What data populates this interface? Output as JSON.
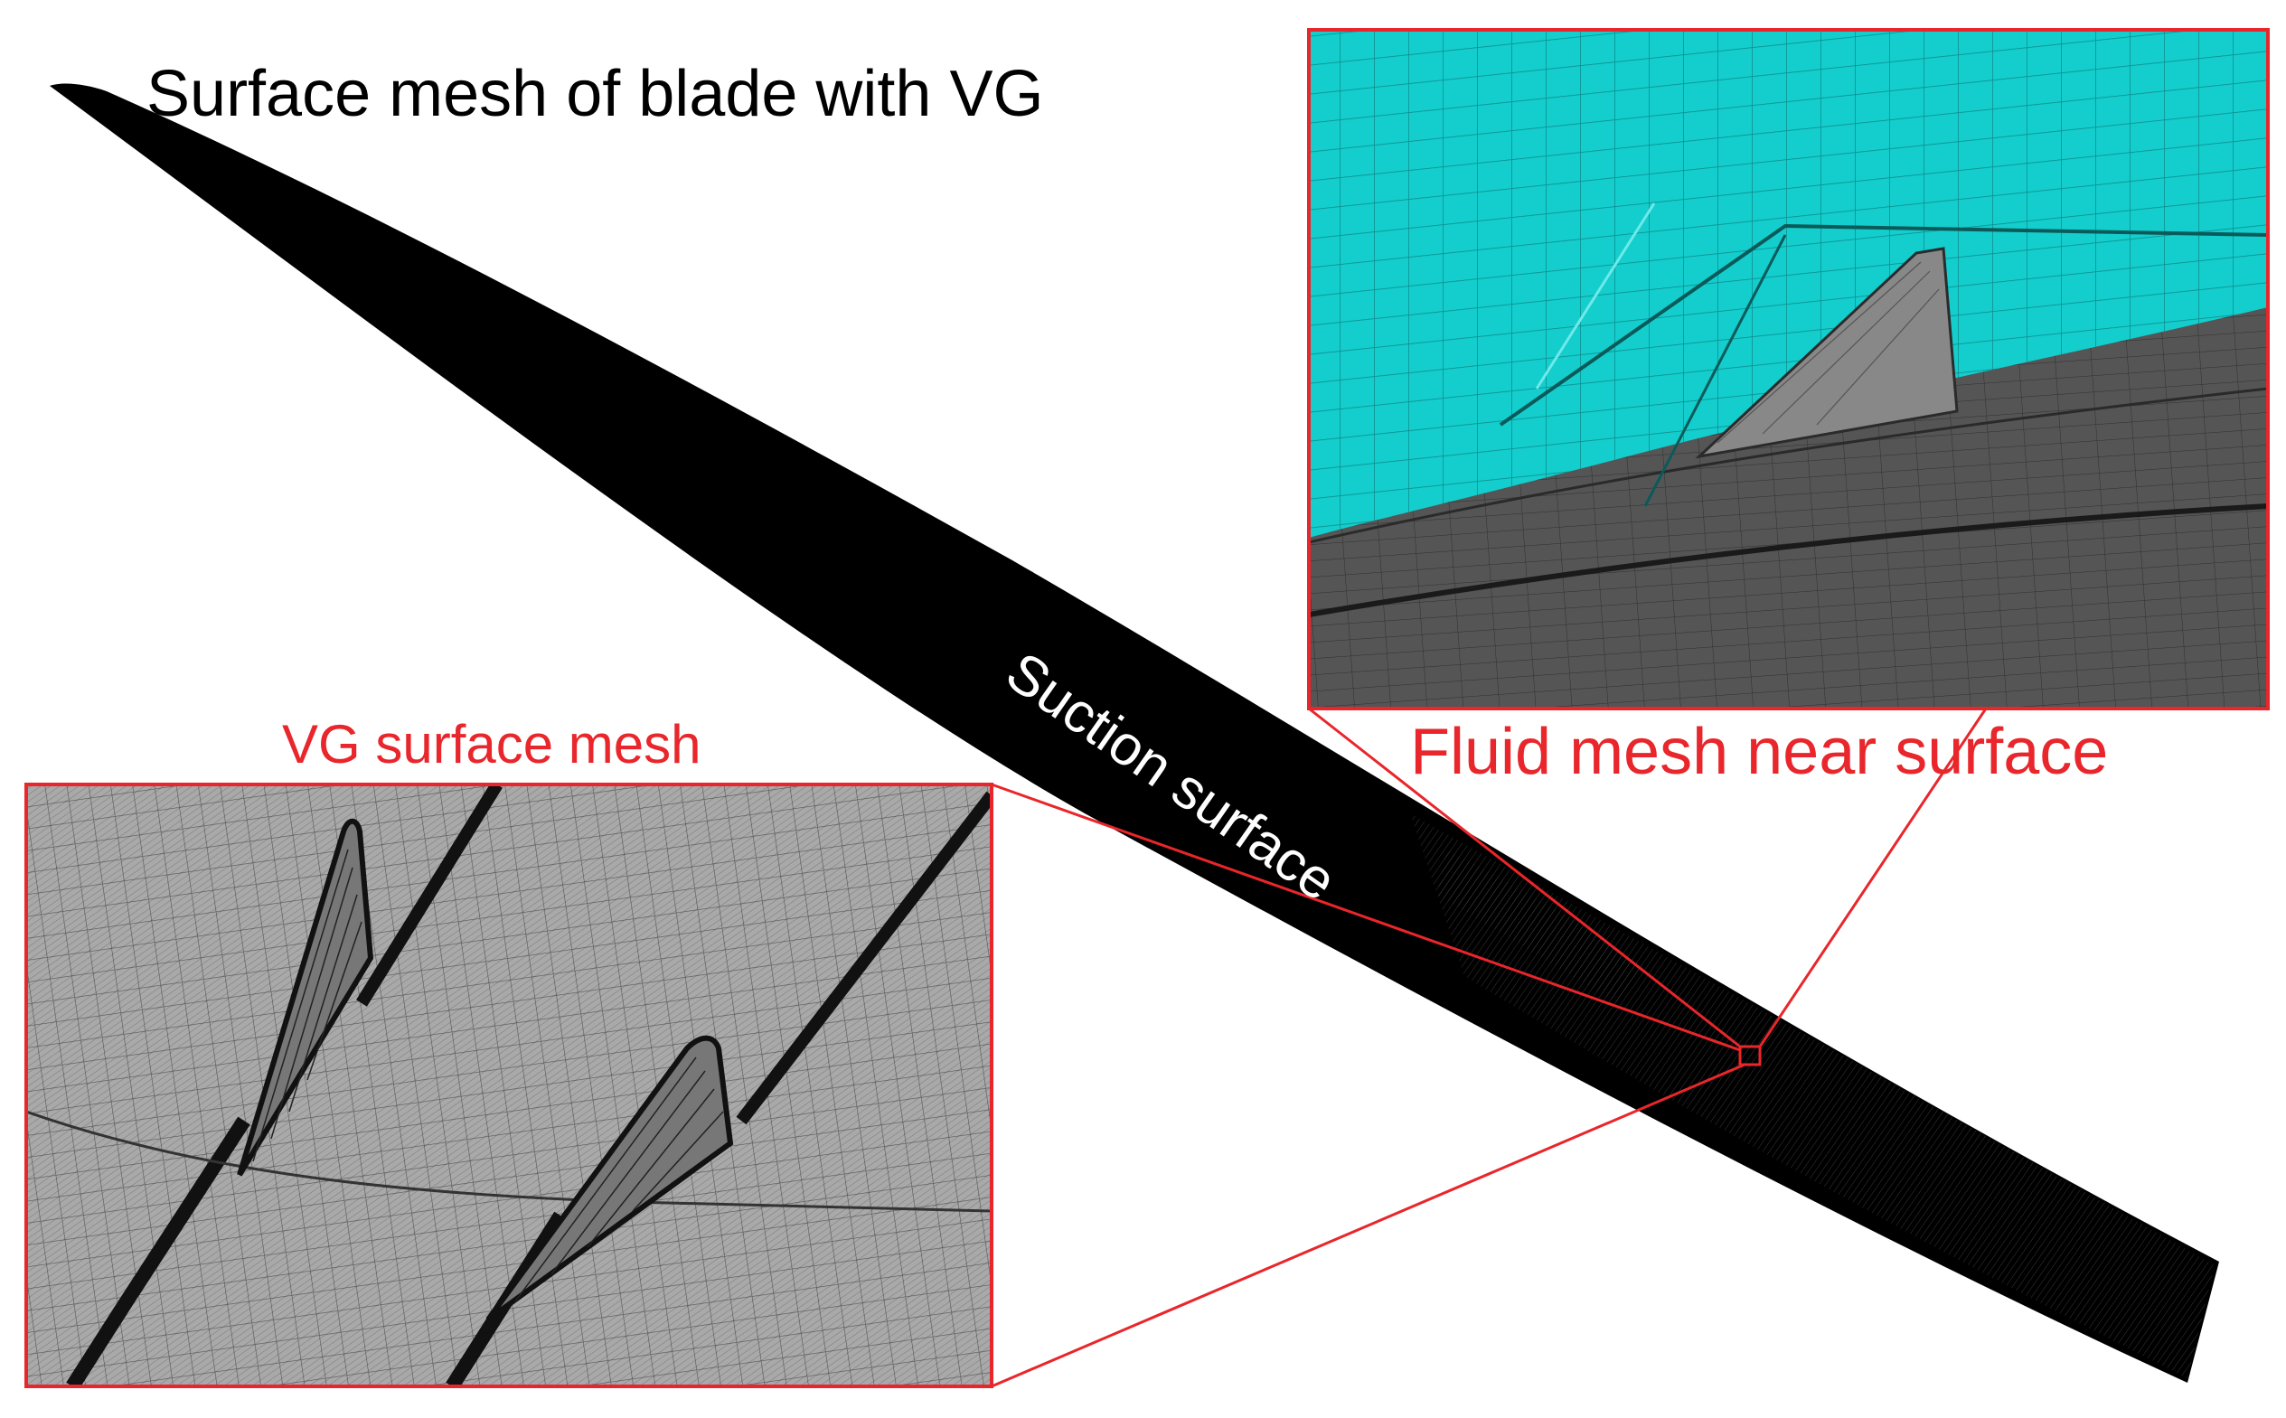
{
  "title": "Surface mesh of blade with VG",
  "labels": {
    "suction_surface": "Suction surface",
    "vg_surface_mesh": "VG surface mesh",
    "fluid_mesh_near_surface": "Fluid mesh near surface"
  },
  "colors": {
    "background": "#ffffff",
    "blade": "#000000",
    "callout": "#e8262b",
    "title_text": "#000000",
    "callout_text": "#e8262b",
    "suction_text": "#ffffff",
    "fluid_domain": "#14cdcd",
    "vg_panel_background": "#a9a9a9",
    "blade_surface_dark": "#555555"
  }
}
